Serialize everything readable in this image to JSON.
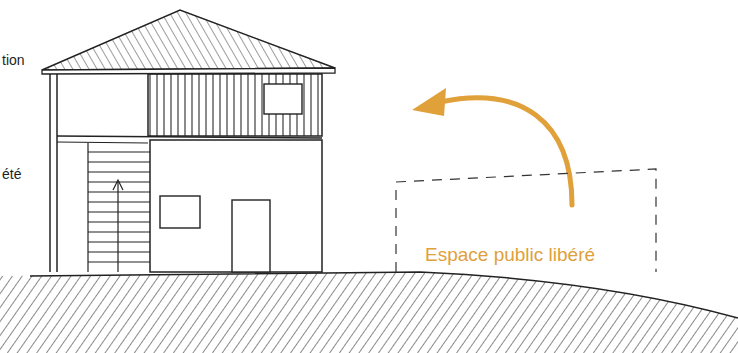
{
  "diagram": {
    "nodes": [
      {
        "text": [
          "Espace public libéré"
        ]
      }
    ],
    "labels": [
      "tion",
      "été"
    ]
  }
}
